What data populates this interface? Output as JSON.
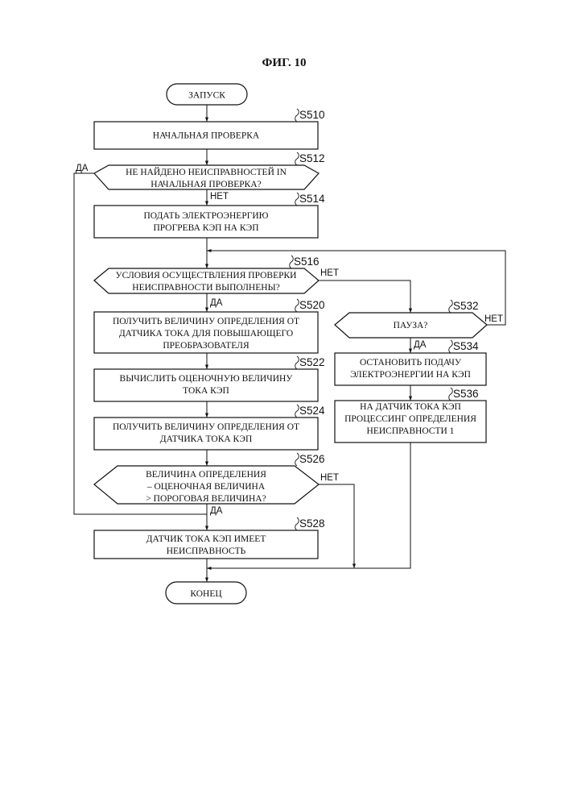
{
  "title": "ФИГ. 10",
  "nodes": {
    "start": {
      "text": [
        "ЗАПУСК"
      ]
    },
    "s510": {
      "step": "S510",
      "text": [
        "НАЧАЛЬНАЯ ПРОВЕРКА"
      ]
    },
    "s512": {
      "step": "S512",
      "text": [
        "НЕ НАЙДЕНО НЕИСПРАВНОСТЕЙ IN",
        "НАЧАЛЬНАЯ ПРОВЕРКА?"
      ]
    },
    "s514": {
      "step": "S514",
      "text": [
        "ПОДАТЬ ЭЛЕКТРОЭНЕРГИЮ",
        "ПРОГРЕВА КЭП НА КЭП"
      ]
    },
    "s516": {
      "step": "S516",
      "text": [
        "УСЛОВИЯ ОСУЩЕСТВЛЕНИЯ ПРОВЕРКИ",
        "НЕИСПРАВНОСТИ ВЫПОЛНЕНЫ?"
      ]
    },
    "s520": {
      "step": "S520",
      "text": [
        "ПОЛУЧИТЬ ВЕЛИЧИНУ ОПРЕДЕЛЕНИЯ ОТ",
        "ДАТЧИКА ТОКА ДЛЯ ПОВЫШАЮЩЕГО",
        "ПРЕОБРАЗОВАТЕЛЯ"
      ]
    },
    "s522": {
      "step": "S522",
      "text": [
        "ВЫЧИСЛИТЬ ОЦЕНОЧНУЮ ВЕЛИЧИНУ",
        "ТОКА КЭП"
      ]
    },
    "s524": {
      "step": "S524",
      "text": [
        "ПОЛУЧИТЬ ВЕЛИЧИНУ ОПРЕДЕЛЕНИЯ ОТ",
        "ДАТЧИКА ТОКА КЭП"
      ]
    },
    "s526": {
      "step": "S526",
      "text": [
        "ВЕЛИЧИНА ОПРЕДЕЛЕНИЯ",
        "– ОЦЕНОЧНАЯ ВЕЛИЧИНА",
        "> ПОРОГОВАЯ ВЕЛИЧИНА?"
      ]
    },
    "s528": {
      "step": "S528",
      "text": [
        "ДАТЧИК ТОКА КЭП ИМЕЕТ",
        "НЕИСПРАВНОСТЬ"
      ]
    },
    "s532": {
      "step": "S532",
      "text": [
        "ПАУЗА?"
      ]
    },
    "s534": {
      "step": "S534",
      "text": [
        "ОСТАНОВИТЬ ПОДАЧУ",
        "ЭЛЕКТРОЭНЕРГИИ НА КЭП"
      ]
    },
    "s536": {
      "step": "S536",
      "text": [
        "НА ДАТЧИК ТОКА КЭП",
        "ПРОЦЕССИНГ ОПРЕДЕЛЕНИЯ",
        "НЕИСПРАВНОСТИ 1"
      ]
    },
    "end": {
      "text": [
        "КОНЕЦ"
      ]
    }
  },
  "branch_labels": {
    "s512_yes": "ДА",
    "s512_no": "НЕТ",
    "s516_no": "НЕТ",
    "s516_yes": "ДА",
    "s532_no": "НЕТ",
    "s532_yes": "ДА",
    "s526_no": "НЕТ",
    "s526_yes": "ДА"
  }
}
